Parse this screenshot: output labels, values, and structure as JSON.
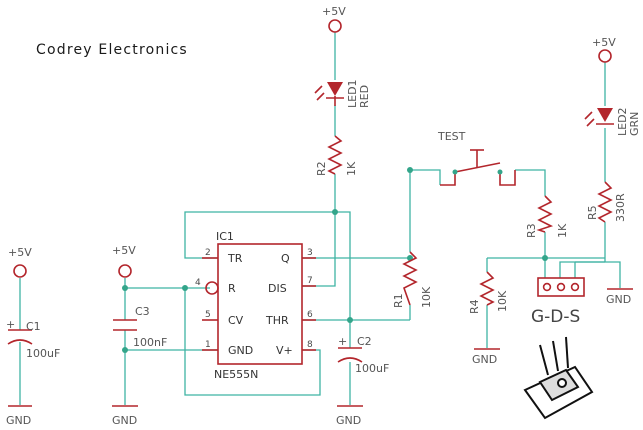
{
  "title": "Codrey Electronics",
  "supply_label": "+5V",
  "ground_label": "GND",
  "ic": {
    "ref": "IC1",
    "part": "NE555N",
    "pins": [
      {
        "num": "2",
        "name": "TR"
      },
      {
        "num": "4",
        "name": "R"
      },
      {
        "num": "5",
        "name": "CV"
      },
      {
        "num": "1",
        "name": "GND"
      },
      {
        "num": "3",
        "name": "Q"
      },
      {
        "num": "7",
        "name": "DIS"
      },
      {
        "num": "6",
        "name": "THR"
      },
      {
        "num": "8",
        "name": "V+"
      }
    ]
  },
  "components": {
    "c1": {
      "ref": "C1",
      "value": "100uF"
    },
    "c2": {
      "ref": "C2",
      "value": "100uF"
    },
    "c3": {
      "ref": "C3",
      "value": "100nF"
    },
    "r1": {
      "ref": "R1",
      "value": "10K"
    },
    "r2": {
      "ref": "R2",
      "value": "1K"
    },
    "r3": {
      "ref": "R3",
      "value": "1K"
    },
    "r4": {
      "ref": "R4",
      "value": "10K"
    },
    "r5": {
      "ref": "R5",
      "value": "330R"
    },
    "led1": {
      "ref": "LED1",
      "value": "RED"
    },
    "led2": {
      "ref": "LED2",
      "value": "GRN"
    },
    "switch": {
      "label": "TEST"
    },
    "mosfet": {
      "pinout": "G-D-S"
    }
  },
  "colors": {
    "wire": "#3fb3a3",
    "component": "#b3262c",
    "junction": "#33a58a",
    "label": "#555555"
  }
}
